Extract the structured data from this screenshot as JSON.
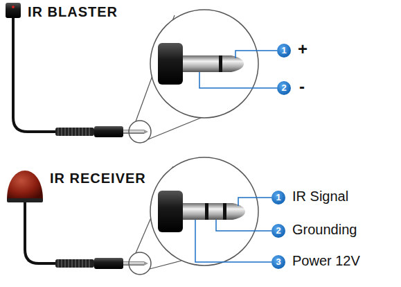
{
  "diagram": {
    "labels": [
      "IR BLASTER",
      "1",
      "+",
      "2",
      "-",
      "IR RECEIVER",
      "1",
      "IR Signal",
      "2",
      "Grounding",
      "3",
      "Power 12V"
    ]
  }
}
